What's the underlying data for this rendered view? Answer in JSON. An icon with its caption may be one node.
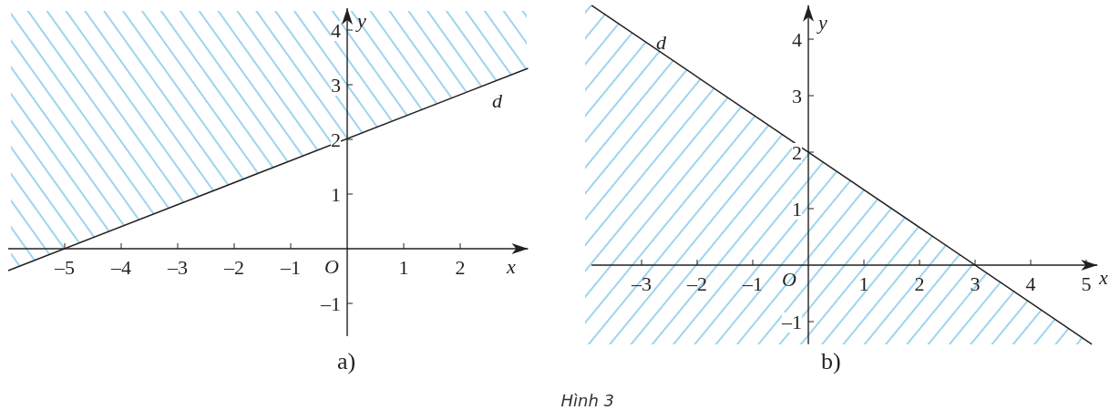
{
  "diagram": {
    "caption": "Hình 3",
    "chart_data": [
      {
        "type": "line",
        "title": "a)",
        "xlabel": "x",
        "ylabel": "y",
        "xlim": [
          -6,
          3.2
        ],
        "ylim": [
          -1.6,
          4.4
        ],
        "x": [
          -6,
          3.2
        ],
        "series": [
          {
            "name": "d",
            "color": "#231f20",
            "values": [
              -0.4,
              3.3
            ]
          }
        ],
        "xticks": [
          {
            "value": -5,
            "label": "–5"
          },
          {
            "value": -4,
            "label": "–4"
          },
          {
            "value": -3,
            "label": "–3"
          },
          {
            "value": -2,
            "label": "–2"
          },
          {
            "value": -1,
            "label": "–1"
          },
          {
            "value": 1,
            "label": "1"
          },
          {
            "value": 2,
            "label": "2"
          }
        ],
        "yticks": [
          {
            "value": -1,
            "label": "–1"
          },
          {
            "value": 1,
            "label": "1"
          },
          {
            "value": 2,
            "label": "2"
          },
          {
            "value": 3,
            "label": "3"
          },
          {
            "value": 4,
            "label": "4"
          }
        ],
        "annotations": [
          {
            "text": "O"
          }
        ]
      },
      {
        "type": "line",
        "title": "b)",
        "xlabel": "x",
        "ylabel": "y",
        "xlim": [
          -3.9,
          5.2
        ],
        "ylim": [
          -1.4,
          4.6
        ],
        "x": [
          -3.9,
          5.1
        ],
        "series": [
          {
            "name": "d",
            "color": "#231f20",
            "values": [
              4.6,
              -1.4
            ]
          }
        ],
        "xticks": [
          {
            "value": -3,
            "label": "–3"
          },
          {
            "value": -2,
            "label": "–2"
          },
          {
            "value": -1,
            "label": "–1"
          },
          {
            "value": 1,
            "label": "1"
          },
          {
            "value": 2,
            "label": "2"
          },
          {
            "value": 3,
            "label": "3"
          },
          {
            "value": 4,
            "label": "4"
          },
          {
            "value": 5,
            "label": "5"
          }
        ],
        "yticks": [
          {
            "value": -1,
            "label": "–1"
          },
          {
            "value": 1,
            "label": "1"
          },
          {
            "value": 2,
            "label": "2"
          },
          {
            "value": 3,
            "label": "3"
          },
          {
            "value": 4,
            "label": "4"
          }
        ],
        "annotations": [
          {
            "text": "O"
          }
        ]
      }
    ]
  }
}
